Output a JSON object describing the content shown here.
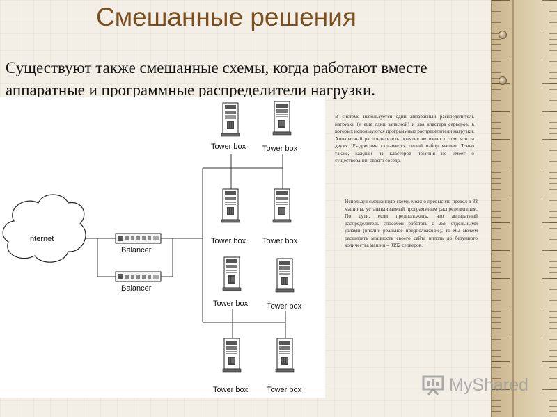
{
  "slide": {
    "title": "Смешанные решения",
    "subtitle_lines": [
      "Существуют также смешанные схемы, когда работают вместе",
      "аппаратные и программные распределители нагрузки."
    ]
  },
  "diagram": {
    "cloud_label": "Internet",
    "balancer_labels": [
      "Balancer",
      "Balancer"
    ],
    "server_labels": [
      "Tower box",
      "Tower box",
      "Tower box",
      "Tower box",
      "Tower box",
      "Tower box",
      "Tower box",
      "Tower box"
    ]
  },
  "notes": {
    "note1": "В системе используется один аппаратный распределитель нагрузки (и еще один запасной) и два кластера серверов, в которых используются программные распределители нагрузки. Аппаратный распределитель понятия не имеет о том, что за двумя IP-адресами скрывается целый набор машин. Точно также, каждый из кластеров понятия не имеет о существовании своего соседа.",
    "note2": "Используя смешанную схему, можно превысить предел в 32 машины, устанавливаемый программным распределителем. По сути, если предположить, что аппаратный распределитель способен работать с 256 отдельными узлами (вполне реальное предположение), то мы можем расширять мощность своего сайта вплоть до безумного количества машин – 8192 серверов."
  },
  "watermark": {
    "text": "MyShared"
  },
  "colors": {
    "title": "#7a4e1e",
    "background": "#f3efe6",
    "panel": "#ffffff",
    "ruler": "#d8c7a2"
  }
}
